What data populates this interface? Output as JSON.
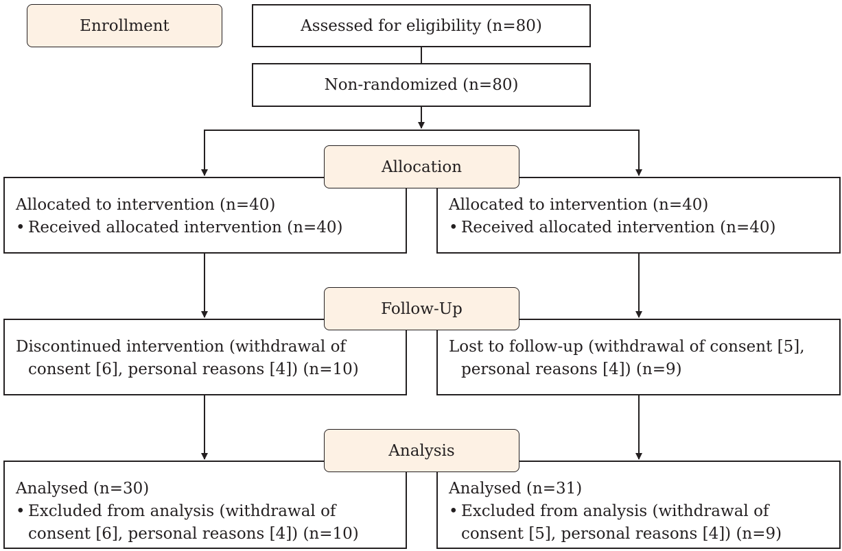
{
  "stages": {
    "enrollment": "Enrollment",
    "allocation": "Allocation",
    "follow_up": "Follow-Up",
    "analysis": "Analysis"
  },
  "assessed": "Assessed for eligibility (n=80)",
  "non_randomized": "Non-randomized (n=80)",
  "left_arm": {
    "allocation": {
      "title": "Allocated to intervention (n=40)",
      "bullet": "Received allocated intervention (n=40)"
    },
    "follow_up": {
      "line1": "Discontinued intervention (withdrawal of",
      "line2": "consent [6], personal reasons [4]) (n=10)"
    },
    "analysis": {
      "title": "Analysed (n=30)",
      "bullet_line1": "Excluded from analysis (withdrawal of",
      "bullet_line2": "consent [6], personal reasons [4]) (n=10)"
    }
  },
  "right_arm": {
    "allocation": {
      "title": "Allocated to intervention (n=40)",
      "bullet": "Received allocated intervention (n=40)"
    },
    "follow_up": {
      "line1": "Lost to follow-up (withdrawal of consent [5],",
      "line2": "personal reasons [4]) (n=9)"
    },
    "analysis": {
      "title": "Analysed (n=31)",
      "bullet_line1": "Excluded from analysis (withdrawal of",
      "bullet_line2": "consent [5], personal reasons [4]) (n=9)"
    }
  }
}
